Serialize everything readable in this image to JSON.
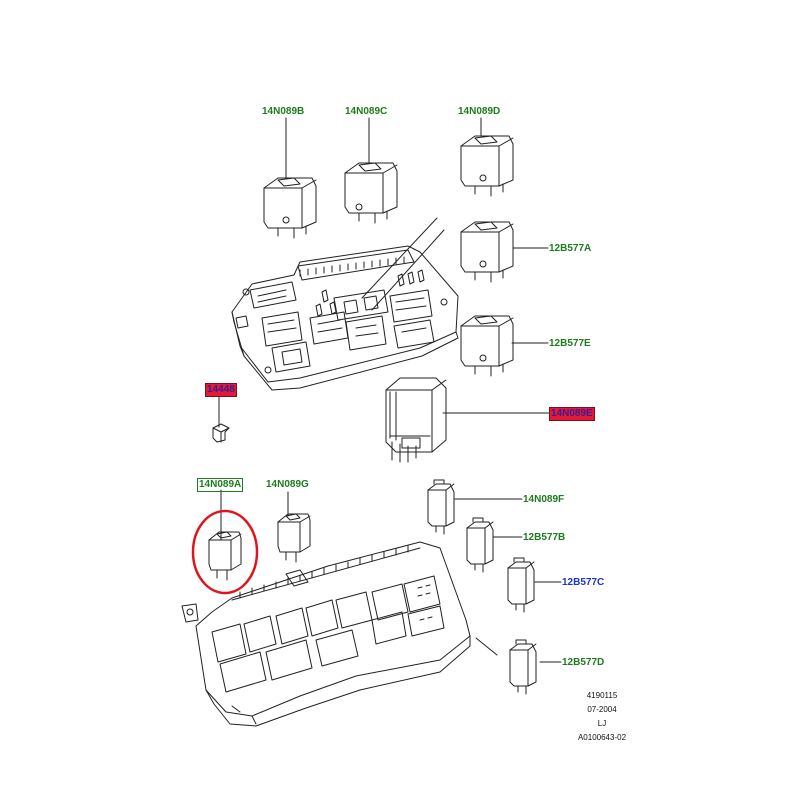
{
  "callouts": {
    "relay_14N089B": "14N089B",
    "relay_14N089C": "14N089C",
    "relay_14N089D": "14N089D",
    "relay_12B577A": "12B577A",
    "relay_12B577E": "12B577E",
    "part_14448": "14448",
    "module_14N089E": "14N089E",
    "relay_14N089A": "14N089A",
    "relay_14N089G": "14N089G",
    "relay_14N089F": "14N089F",
    "relay_12B577B": "12B577B",
    "relay_12B577C": "12B577C",
    "relay_12B577D": "12B577D"
  },
  "reference": {
    "number": "4190115",
    "date": "07-2004",
    "initials": "LJ",
    "drawing_id": "A0100643-02"
  },
  "colors": {
    "label_green": "#1e7b1e",
    "label_blue": "#1f33c8",
    "highlight_red": "#e21a34",
    "circle_red": "#e0141e",
    "line": "#222222"
  }
}
